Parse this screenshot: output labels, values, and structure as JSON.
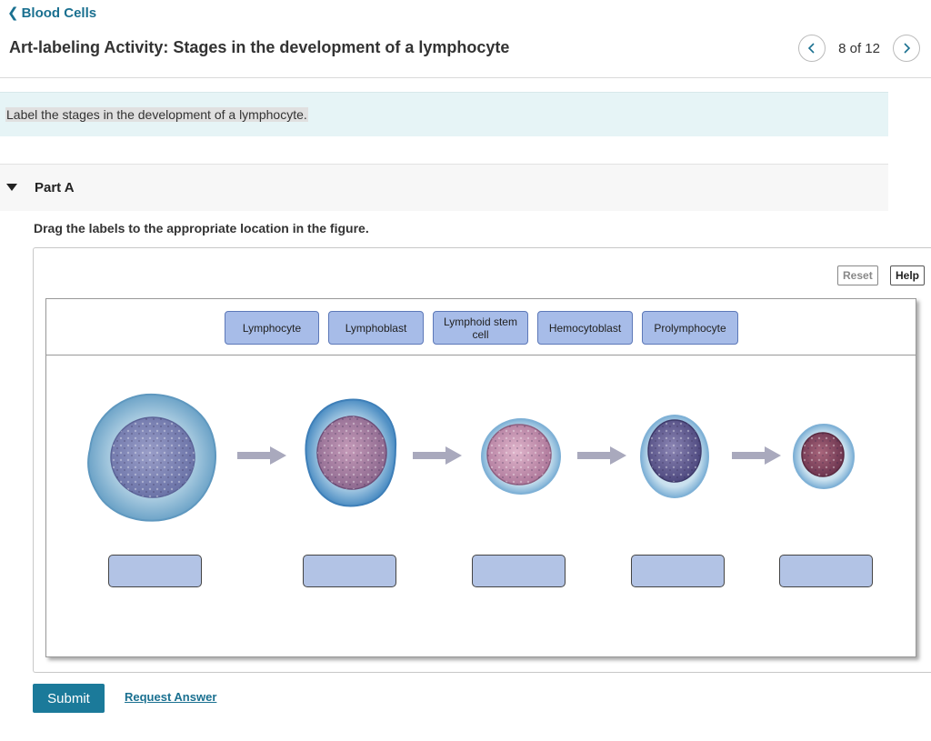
{
  "nav": {
    "back_label": "Blood Cells"
  },
  "header": {
    "title": "Art-labeling Activity: Stages in the development of a lymphocyte",
    "pager_text": "8 of 12"
  },
  "intro_text": "Label the stages in the development of a lymphocyte.",
  "part": {
    "label": "Part A"
  },
  "instruction": "Drag the labels to the appropriate location in the figure.",
  "toolbar": {
    "reset_label": "Reset",
    "help_label": "Help"
  },
  "labels": [
    {
      "text": "Lymphocyte"
    },
    {
      "text": "Lymphoblast"
    },
    {
      "text": "Lymphoid stem cell"
    },
    {
      "text": "Hemocytoblast"
    },
    {
      "text": "Prolymphocyte"
    }
  ],
  "colors": {
    "accent": "#1b7a9a",
    "label_fill": "#a7bce8",
    "dropzone_fill": "#b2c3e5",
    "intro_bg": "#e6f4f6"
  },
  "footer": {
    "submit_label": "Submit",
    "request_label": "Request Answer"
  }
}
